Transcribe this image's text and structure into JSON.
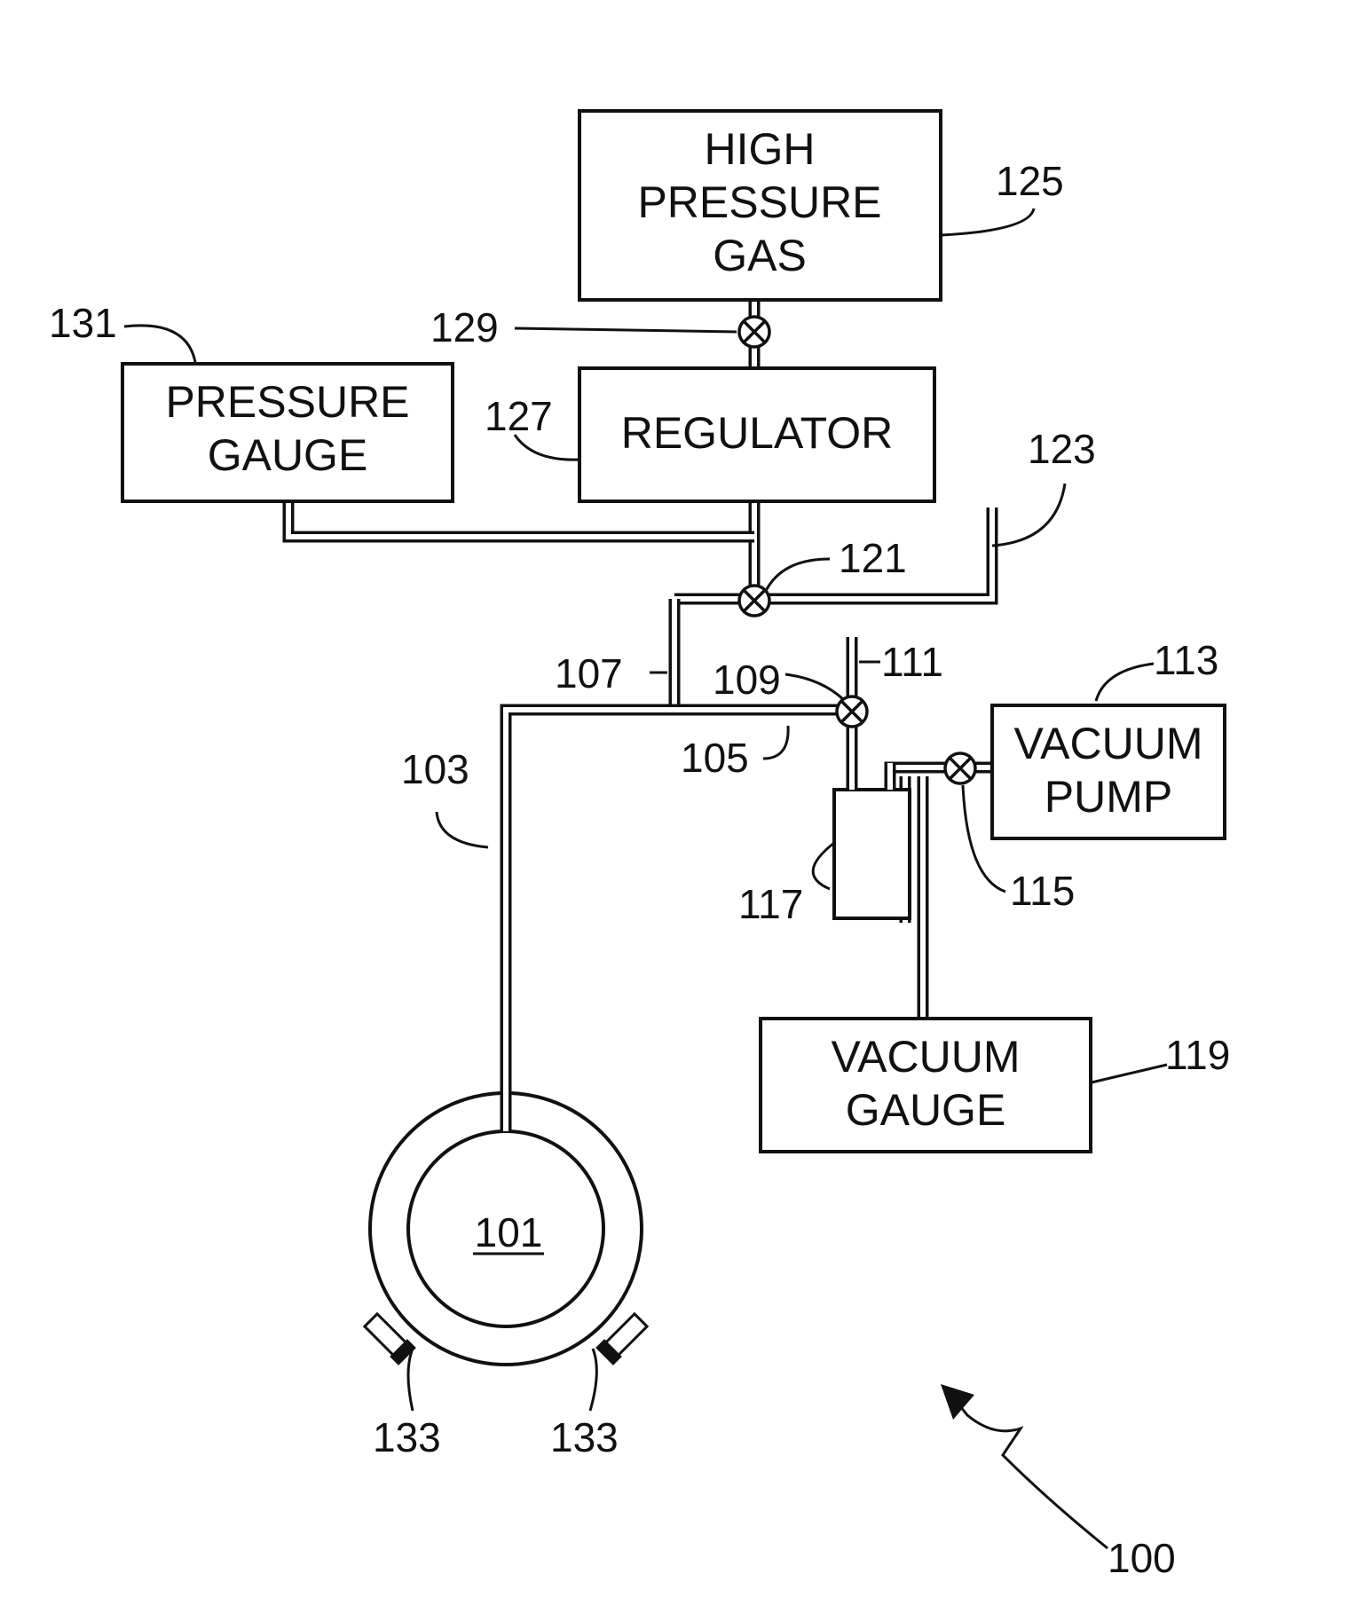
{
  "components": {
    "high_pressure_gas": {
      "lines": [
        "HIGH",
        "PRESSURE",
        "GAS"
      ],
      "ref": "125"
    },
    "regulator": {
      "lines": [
        "REGULATOR"
      ],
      "ref": "127"
    },
    "pressure_gauge": {
      "lines": [
        "PRESSURE",
        "GAUGE"
      ],
      "ref": "131"
    },
    "vacuum_pump": {
      "lines": [
        "VACUUM",
        "PUMP"
      ],
      "ref": "113"
    },
    "vacuum_gauge": {
      "lines": [
        "VACUUM",
        "GAUGE"
      ],
      "ref": "119"
    },
    "chamber": {
      "label": "101"
    },
    "trap": {
      "ref": "117"
    }
  },
  "refs": {
    "valve_129": "129",
    "valve_121": "121",
    "vent_123": "123",
    "valve_109": "109",
    "line_111": "111",
    "valve_115": "115",
    "line_107": "107",
    "line_105": "105",
    "line_103": "103",
    "port_133_left": "133",
    "port_133_right": "133",
    "system_100": "100"
  }
}
